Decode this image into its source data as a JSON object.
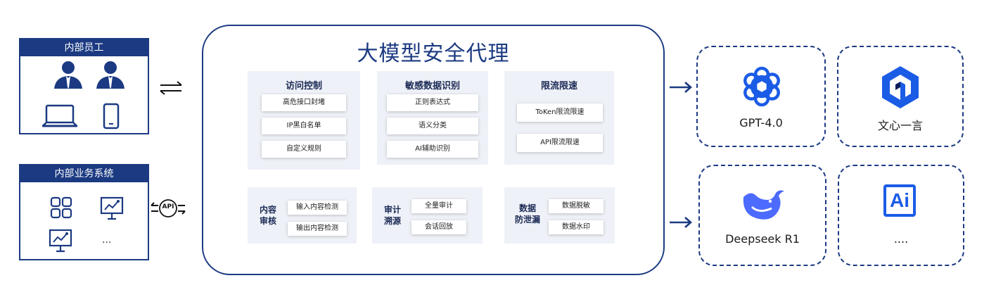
{
  "colors": {
    "primary": "#1b3a82",
    "panel_bg": "#eef1f7",
    "chip_bg": "#ffffff"
  },
  "left": {
    "employees": {
      "title": "内部员工",
      "icons": [
        "person-icon",
        "person-icon",
        "laptop-icon",
        "phone-icon"
      ]
    },
    "systems": {
      "title": "内部业务系统",
      "icons": [
        "apps-grid-icon",
        "monitor-chart-icon",
        "monitor-chart-icon"
      ],
      "more": "..."
    }
  },
  "connectors": {
    "bidirectional": "bidirectional-arrows-icon",
    "api_label": "API"
  },
  "proxy": {
    "title": "大模型安全代理",
    "modules": {
      "access_control": {
        "title": "访问控制",
        "items": [
          "高危接口封堵",
          "IP黑白名单",
          "自定义规则"
        ]
      },
      "sensitive_data": {
        "title": "敏感数据识别",
        "items": [
          "正则表达式",
          "语义分类",
          "AI辅助识别"
        ]
      },
      "rate_limit": {
        "title": "限流限速",
        "items": [
          "ToKen限流限速",
          "API限流限速"
        ]
      },
      "content_audit": {
        "title_line1": "内容",
        "title_line2": "审核",
        "items": [
          "输入内容检测",
          "输出内容检测"
        ]
      },
      "audit_trace": {
        "title_line1": "审计",
        "title_line2": "溯源",
        "items": [
          "全量审计",
          "会话回放"
        ]
      },
      "dlp": {
        "title_line1": "数据",
        "title_line2": "防泄漏",
        "items": [
          "数据脱敏",
          "数据水印"
        ]
      }
    }
  },
  "models": [
    {
      "name": "GPT-4.0",
      "icon": "openai-logo-icon"
    },
    {
      "name": "文心一言",
      "icon": "wenxin-logo-icon"
    },
    {
      "name": "Deepseek R1",
      "icon": "deepseek-whale-icon"
    },
    {
      "name": "....",
      "icon": "ai-logo-icon",
      "icon_text": "Ai"
    }
  ]
}
